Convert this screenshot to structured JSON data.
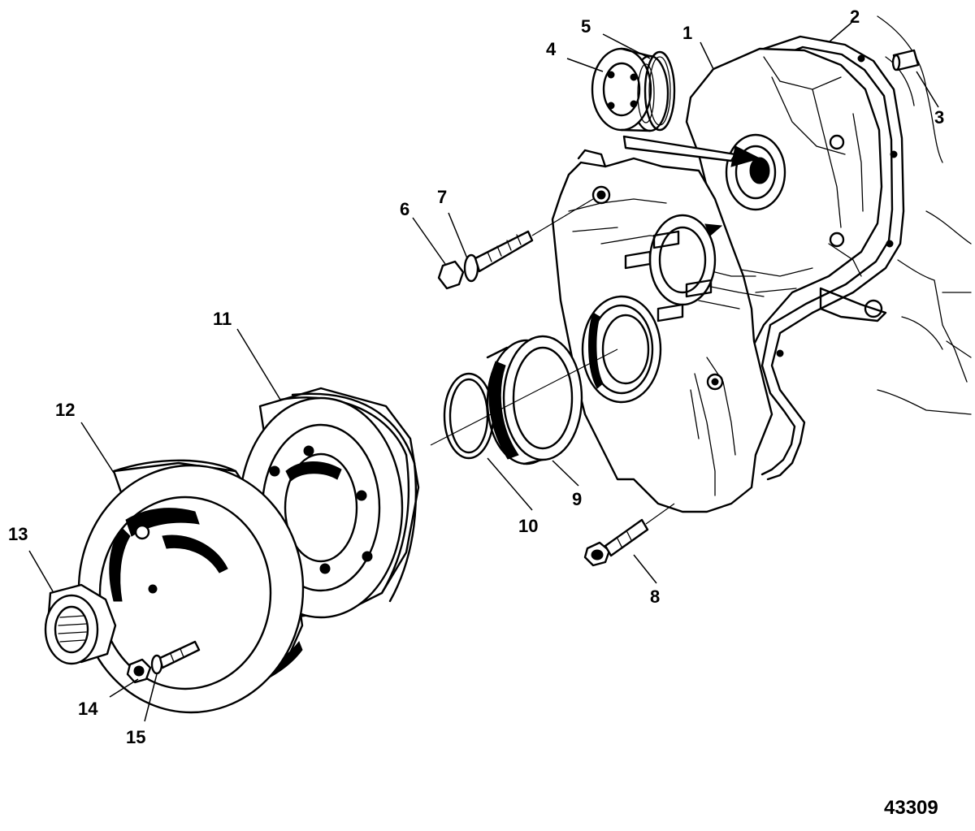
{
  "figure": {
    "id": "43309"
  },
  "callouts": [
    {
      "num": "1"
    },
    {
      "num": "2"
    },
    {
      "num": "3"
    },
    {
      "num": "4"
    },
    {
      "num": "5"
    },
    {
      "num": "6"
    },
    {
      "num": "7"
    },
    {
      "num": "8"
    },
    {
      "num": "9"
    },
    {
      "num": "10"
    },
    {
      "num": "11"
    },
    {
      "num": "12"
    },
    {
      "num": "13"
    },
    {
      "num": "14"
    },
    {
      "num": "15"
    }
  ]
}
